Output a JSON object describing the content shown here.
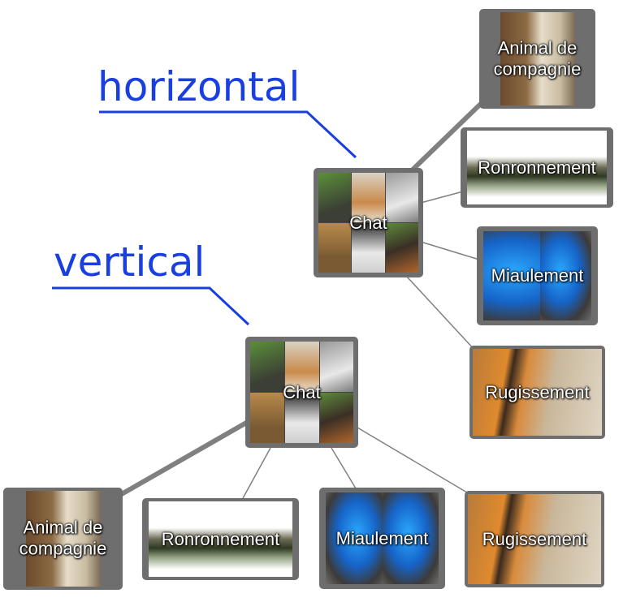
{
  "labels": {
    "horizontal": "horizontal",
    "vertical": "vertical"
  },
  "nodes": {
    "chat": "Chat",
    "pet": "Animal de\ncompagnie",
    "purring": "Ronronnement",
    "meowing": "Miaulement",
    "roaring": "Rugissement"
  },
  "colors": {
    "label": "#1a3fe0",
    "edge": "#808080",
    "node_bg": "#6e6e6e"
  }
}
